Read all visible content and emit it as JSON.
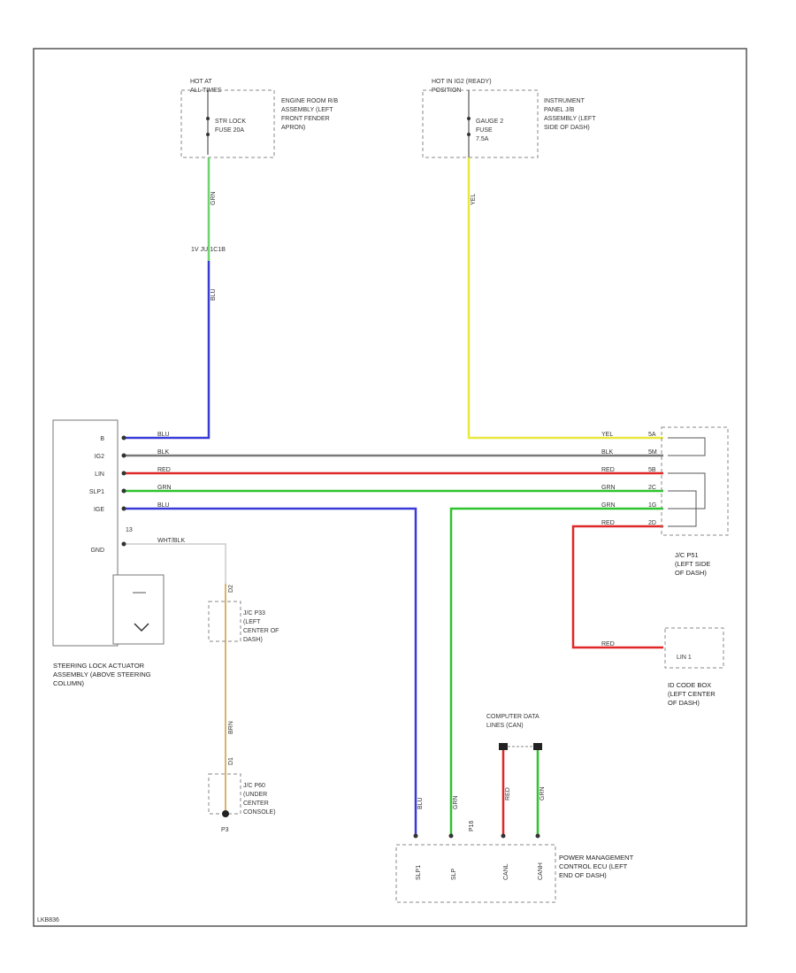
{
  "diagram_id": "LKB836",
  "colors": {
    "blue": "#3a3ad8",
    "red": "#e02828",
    "green": "#2ec42e",
    "yellow": "#e8e840",
    "gray": "#7a7a7a",
    "light_green": "#6ed26e",
    "tan": "#d9b36a",
    "frame": "#555555"
  },
  "power_sources": {
    "left": {
      "title": "HOT AT ALL TIMES",
      "fuse": "STR LOCK FUSE 20A",
      "location": "ENGINE ROOM R/B ASSEMBLY (LEFT FRONT FENDER APRON)",
      "wire": "GRN",
      "connector": "1V JU-1C1B",
      "wire_lower": "BLU"
    },
    "right": {
      "title": "HOT IN IG2 (READY) POSITION",
      "fuse": "GAUGE 2 FUSE 7.5A",
      "location": "INSTRUMENT PANEL J/B ASSEMBLY (LEFT SIDE OF DASH)",
      "wire": "YEL"
    }
  },
  "actuator": {
    "pins": [
      "B",
      "IG2",
      "LIN",
      "SLP1",
      "IGE",
      "GND"
    ],
    "ground_pin": "13",
    "name": "STEERING LOCK ACTUATOR ASSEMBLY (ABOVE STEERING COLUMN)"
  },
  "bus_wires": [
    "BLU",
    "BLK",
    "RED",
    "GRN",
    "BLU"
  ],
  "gnd_wire": "WHT/BLK",
  "jc_right": {
    "name": "J/C P51 (LEFT SIDE OF DASH)",
    "wire_labels": [
      "YEL",
      "BLK",
      "RED",
      "GRN",
      "GRN",
      "RED"
    ],
    "pin_labels": [
      "5A",
      "5M",
      "5B",
      "2C",
      "1G",
      "2D"
    ]
  },
  "id_code_box": {
    "name": "ID CODE BOX (LEFT CENTER OF DASH)",
    "pin": "LIN 1",
    "wire": "RED"
  },
  "jc_left": {
    "upper": "J/C P33 (LEFT CENTER OF DASH)",
    "upper_pin": "D2",
    "lower": "J/C P60 (UNDER CENTER CONSOLE)",
    "lower_pin": "D1",
    "wire": "BRN",
    "ground": "P3"
  },
  "dlc": {
    "name": "COMPUTER DATA LINES (CAN)",
    "wires": [
      "RED",
      "GRN"
    ]
  },
  "ecu": {
    "name": "POWER MANAGEMENT CONTROL ECU (LEFT END OF DASH)",
    "connector": "P16",
    "pins": [
      "SLP1",
      "SLP",
      "CANL",
      "CANH"
    ],
    "wires": [
      "BLU",
      "GRN",
      "RED",
      "GRN"
    ]
  }
}
